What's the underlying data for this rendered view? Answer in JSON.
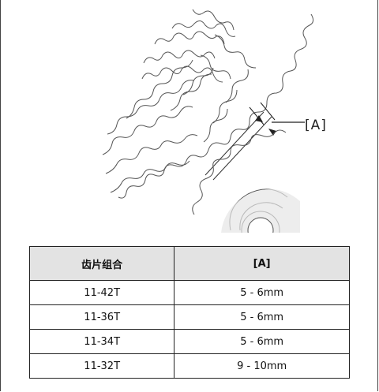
{
  "figure": {
    "callout_label": "[A]"
  },
  "table": {
    "headers": [
      "齿片组合",
      "[A]"
    ],
    "rows": [
      [
        "11-42T",
        "5 - 6mm"
      ],
      [
        "11-36T",
        "5 - 6mm"
      ],
      [
        "11-34T",
        "5 - 6mm"
      ],
      [
        "11-32T",
        "9 - 10mm"
      ]
    ]
  }
}
